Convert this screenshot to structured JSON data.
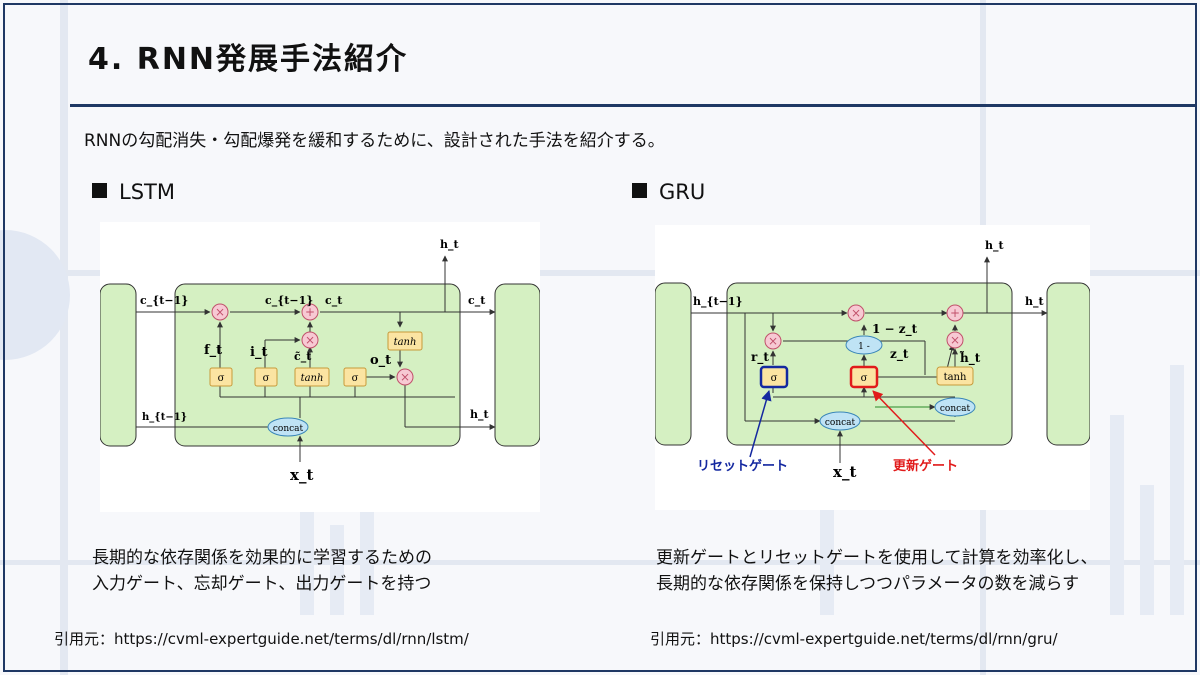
{
  "title": "4. RNN発展手法紹介",
  "intro": "RNNの勾配消失・勾配爆発を緩和するために、設計された手法を紹介する。",
  "lstm": {
    "heading": "LSTM",
    "labels": {
      "c_prev": "c_{t−1}",
      "c_mid": "c_{t−1}",
      "c_t_top": "c_t",
      "c_t_out": "c_t",
      "h_t_top": "h_t",
      "h_t_out": "h_t",
      "h_prev": "h_{t−1}",
      "f_t": "f_t",
      "i_t": "i_t",
      "c_tilde": "c̃_t",
      "o_t": "o_t",
      "x_t": "x_t",
      "sigma1": "σ",
      "sigma2": "σ",
      "tanh_gate": "tanh",
      "sigma3": "σ",
      "tanh_top": "tanh",
      "concat": "concat"
    },
    "description": [
      "長期的な依存関係を効果的に学習するための",
      "入力ゲート、忘却ゲート、出力ゲートを持つ"
    ],
    "citation": "引用元：https://cvml-expertguide.net/terms/dl/rnn/lstm/"
  },
  "gru": {
    "heading": "GRU",
    "labels": {
      "h_prev": "h_{t−1}",
      "h_t_top": "h_t",
      "h_t_out": "h_t",
      "one_minus_z": "1 − z_t",
      "z_t": "z_t",
      "r_t": "r_t",
      "h_tilde": "h̃_t",
      "one_minus_box": "1 -",
      "sigma_reset": "σ",
      "sigma_update": "σ",
      "tanh": "tanh",
      "concat_left": "concat",
      "concat_right": "concat",
      "x_t": "x_t",
      "reset_gate": "リセットゲート",
      "update_gate": "更新ゲート"
    },
    "description": [
      "更新ゲートとリセットゲートを使用して計算を効率化し、",
      "長期的な依存関係を保持しつつパラメータの数を減らす"
    ],
    "citation": "引用元：https://cvml-expertguide.net/terms/dl/rnn/gru/"
  },
  "colors": {
    "frame": "#1f3864",
    "cell_fill": "#d5f0c2",
    "cell_stroke": "#333333",
    "gate_fill": "#fbe4a2",
    "gate_stroke": "#c79a3a",
    "op_fill": "#f7c9d3",
    "concat_fill": "#bfe3f5",
    "reset_color": "#1428a0",
    "update_color": "#e11b1b"
  }
}
